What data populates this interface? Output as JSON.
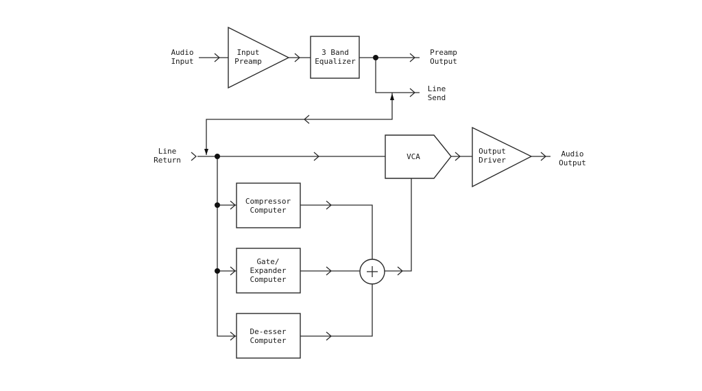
{
  "diagram": {
    "type": "signal-flow block diagram",
    "inputs": {
      "audio_input": [
        "Audio",
        "Input"
      ],
      "line_return": [
        "Line",
        "Return"
      ]
    },
    "outputs": {
      "preamp_output": [
        "Preamp",
        "Output"
      ],
      "line_send": [
        "Line",
        "Send"
      ],
      "audio_output": [
        "Audio",
        "Output"
      ]
    },
    "blocks": {
      "input_preamp": [
        "Input",
        "Preamp"
      ],
      "equalizer": [
        "3 Band",
        "Equalizer"
      ],
      "vca": [
        "VCA"
      ],
      "output_driver": [
        "Output",
        "Driver"
      ],
      "compressor": [
        "Compressor",
        "Computer"
      ],
      "gate": [
        "Gate/",
        "Expander",
        "Computer"
      ],
      "deesser": [
        "De-esser",
        "Computer"
      ],
      "summer": "+"
    },
    "connections": [
      [
        "Audio Input",
        "Input Preamp"
      ],
      [
        "Input Preamp",
        "3 Band Equalizer"
      ],
      [
        "3 Band Equalizer",
        "Preamp Output"
      ],
      [
        "3 Band Equalizer",
        "Line Send"
      ],
      [
        "Line Send",
        "Line Return"
      ],
      [
        "Line Return",
        "VCA"
      ],
      [
        "Line Return",
        "Compressor Computer"
      ],
      [
        "Line Return",
        "Gate/Expander Computer"
      ],
      [
        "Line Return",
        "De-esser Computer"
      ],
      [
        "Compressor Computer",
        "Summer"
      ],
      [
        "Gate/Expander Computer",
        "Summer"
      ],
      [
        "De-esser Computer",
        "Summer"
      ],
      [
        "Summer",
        "VCA"
      ],
      [
        "VCA",
        "Output Driver"
      ],
      [
        "Output Driver",
        "Audio Output"
      ]
    ]
  }
}
